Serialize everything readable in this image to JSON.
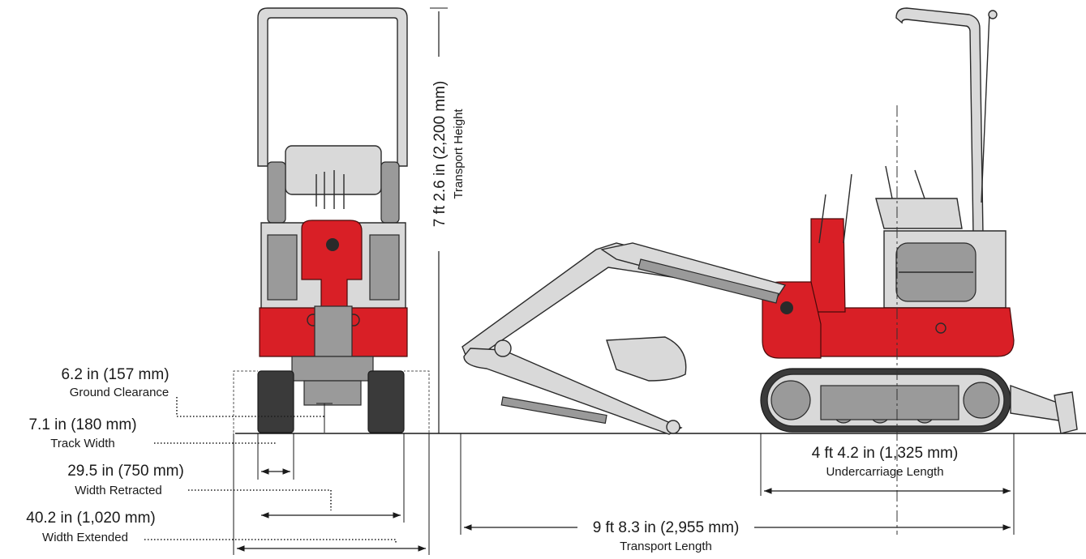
{
  "dimensions": {
    "ground_clearance": {
      "value": "6.2 in (157 mm)",
      "name": "Ground Clearance"
    },
    "track_width": {
      "value": "7.1 in (180 mm)",
      "name": "Track Width"
    },
    "width_retracted": {
      "value": "29.5 in (750 mm)",
      "name": "Width Retracted"
    },
    "width_extended": {
      "value": "40.2 in (1,020 mm)",
      "name": "Width Extended"
    },
    "transport_height": {
      "value": "7 ft 2.6 in (2,200 mm)",
      "name": "Transport Height"
    },
    "undercarriage_length": {
      "value": "4 ft 4.2 in (1,325 mm)",
      "name": "Undercarriage Length"
    },
    "transport_length": {
      "value": "9 ft 8.3 in (2,955 mm)",
      "name": "Transport Length"
    }
  },
  "colors": {
    "body_red": "#d91f26",
    "panel_gray": "#d9d9d9",
    "track_dark": "#3a3a3a",
    "line": "#1a1a1a"
  },
  "icons": {
    "front_view": "excavator-front-view",
    "side_view": "excavator-side-view"
  }
}
